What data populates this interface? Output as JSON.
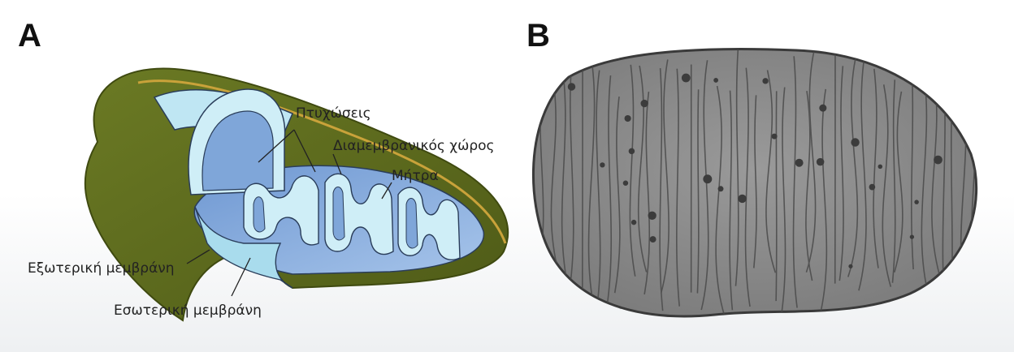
{
  "panels": {
    "a": {
      "letter": "A"
    },
    "b": {
      "letter": "B"
    }
  },
  "labels": {
    "cristae": "Πτυχώσεις",
    "intermembrane_space": "Διαμεμβρανικός χώρος",
    "matrix": "Μήτρα",
    "outer_membrane": "Εξωτερική μεμβράνη",
    "inner_membrane": "Εσωτερική μεμβράνη"
  },
  "colors": {
    "outer_membrane": "#5f6e1e",
    "inner_membrane_light": "#cfeef7",
    "inner_membrane_mid": "#a9dced",
    "matrix_blue": "#7fa6d9",
    "em_gray": "#8d8d8d"
  }
}
